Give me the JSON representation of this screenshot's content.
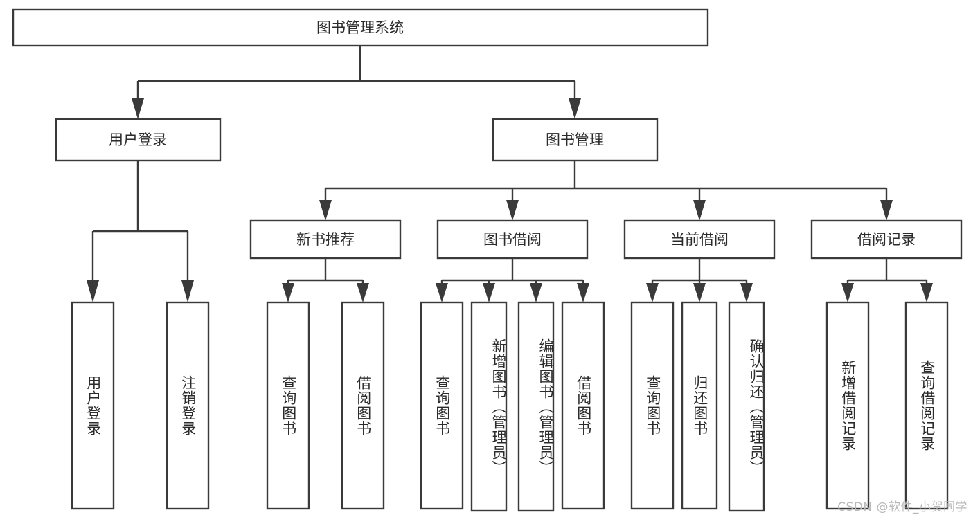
{
  "diagram": {
    "title": "图书管理系统",
    "type": "tree",
    "root": {
      "id": "root",
      "label": "图书管理系统"
    },
    "level2": [
      {
        "id": "user-login",
        "label": "用户登录"
      },
      {
        "id": "book-manage",
        "label": "图书管理"
      }
    ],
    "level3": [
      {
        "id": "new-book-rec",
        "label": "新书推荐",
        "parent": "book-manage"
      },
      {
        "id": "book-borrow",
        "label": "图书借阅",
        "parent": "book-manage"
      },
      {
        "id": "current-borrow",
        "label": "当前借阅",
        "parent": "book-manage"
      },
      {
        "id": "borrow-record",
        "label": "借阅记录",
        "parent": "book-manage"
      }
    ],
    "leaves": [
      {
        "id": "leaf-user-login",
        "label": "用户登录",
        "parent": "user-login"
      },
      {
        "id": "leaf-logout-login",
        "label": "注销登录",
        "parent": "user-login"
      },
      {
        "id": "leaf-query-book-1",
        "label": "查询图书",
        "parent": "new-book-rec"
      },
      {
        "id": "leaf-borrow-book-1",
        "label": "借阅图书",
        "parent": "new-book-rec"
      },
      {
        "id": "leaf-query-book-2",
        "label": "查询图书",
        "parent": "book-borrow"
      },
      {
        "id": "leaf-add-book",
        "label": "新增图书（管理员）",
        "parent": "book-borrow"
      },
      {
        "id": "leaf-edit-book",
        "label": "编辑图书（管理员）",
        "parent": "book-borrow"
      },
      {
        "id": "leaf-borrow-book-2",
        "label": "借阅图书",
        "parent": "book-borrow"
      },
      {
        "id": "leaf-query-book-3",
        "label": "查询图书",
        "parent": "current-borrow"
      },
      {
        "id": "leaf-return-book",
        "label": "归还图书",
        "parent": "current-borrow"
      },
      {
        "id": "leaf-confirm-return",
        "label": "确认归还（管理员）",
        "parent": "current-borrow"
      },
      {
        "id": "leaf-add-record",
        "label": "新增借阅记录",
        "parent": "borrow-record"
      },
      {
        "id": "leaf-query-record",
        "label": "查询借阅记录",
        "parent": "borrow-record"
      }
    ]
  },
  "watermark": {
    "text": "CSDN @软件_小贺同学"
  },
  "colors": {
    "stroke": "#3a3a3a",
    "fill": "#ffffff",
    "text": "#2b2b2b",
    "watermark": "#b9b9b9",
    "background": "#ffffff"
  }
}
